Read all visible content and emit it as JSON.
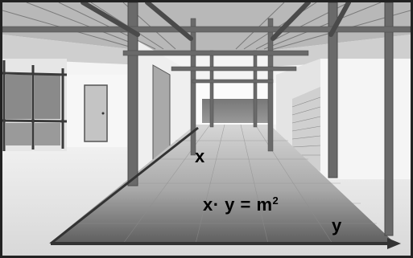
{
  "scene": {
    "label_x": "x",
    "label_y": "y",
    "formula_lhs": "x· y = m",
    "formula_exp": "2"
  },
  "colors": {
    "floor_top": "#c9c9c9",
    "floor_bottom": "#5e5e5e",
    "beams": "#5a5a5a",
    "arrow": "#3a3a3a"
  }
}
